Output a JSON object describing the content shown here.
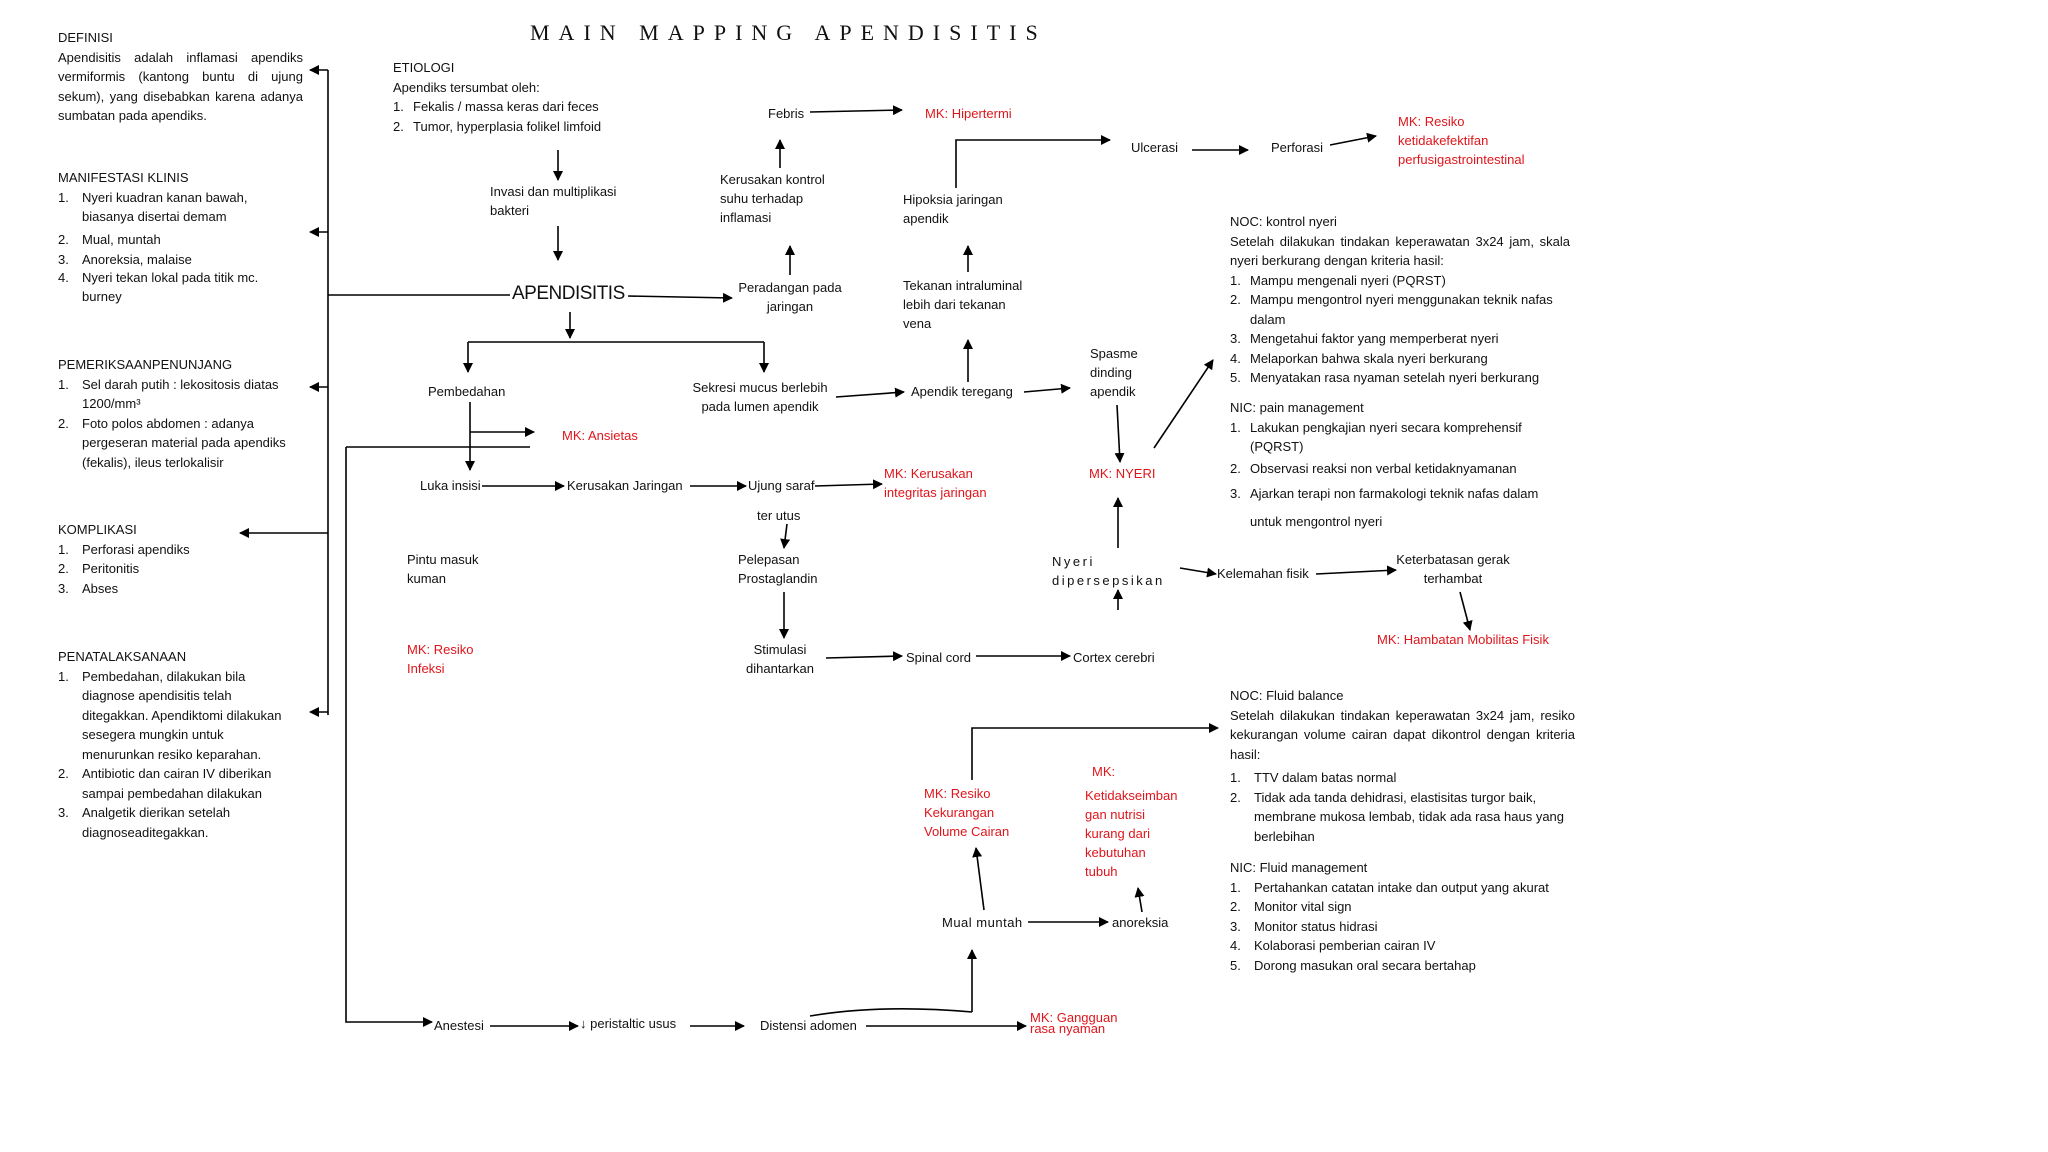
{
  "title": "MAIN MAPPING APENDISITIS",
  "left": {
    "definisi": {
      "heading": "DEFINISI",
      "text": "Apendisitis adalah inflamasi apendiks vermiformis (kantong buntu di ujung sekum), yang disebabkan karena adanya sumbatan pada apendiks."
    },
    "manifestasi": {
      "heading": "MANIFESTASI KLINIS",
      "items": [
        "Nyeri kuadran kanan bawah, biasanya disertai demam",
        "Mual, muntah",
        "Anoreksia, malaise",
        "Nyeri tekan lokal pada titik mc. burney"
      ]
    },
    "pemeriksaan": {
      "heading": "PEMERIKSAANPENUNJANG",
      "items": [
        "Sel darah putih : lekositosis diatas 1200/mm³",
        "Foto polos abdomen : adanya pergeseran material pada apendiks (fekalis), ileus terlokalisir"
      ]
    },
    "komplikasi": {
      "heading": "KOMPLIKASI",
      "items": [
        "Perforasi apendiks",
        "Peritonitis",
        "Abses"
      ]
    },
    "penatalaksanaan": {
      "heading": "PENATALAKSANAAN",
      "items": [
        "Pembedahan, dilakukan bila diagnose apendisitis telah ditegakkan. Apendiktomi dilakukan sesegera mungkin untuk menurunkan resiko keparahan.",
        "Antibiotic dan cairan IV diberikan sampai pembedahan dilakukan",
        "Analgetik dierikan setelah diagnoseaditegakkan."
      ]
    }
  },
  "etiologi": {
    "heading": "ETIOLOGI",
    "intro": "Apendiks tersumbat oleh:",
    "items": [
      "Fekalis / massa keras dari feces",
      "Tumor, hyperplasia folikel limfoid"
    ]
  },
  "nodes": {
    "invasi": "Invasi dan multiplikasi bakteri",
    "apendisitis": "APENDISITIS",
    "peradangan": "Peradangan pada jaringan",
    "kerusakan_kontrol": "Kerusakan kontrol suhu terhadap inflamasi",
    "febris": "Febris",
    "mk_hipertermi": "MK: Hipertermi",
    "hipoksia": "Hipoksia jaringan apendik",
    "tekanan": "Tekanan intraluminal lebih dari tekanan vena",
    "ulcerasi": "Ulcerasi",
    "perforasi": "Perforasi",
    "mk_perfusi": "MK: Resiko ketidakefektifan perfusigastrointestinal",
    "pembedahan": "Pembedahan",
    "sekresi": "Sekresi mucus berlebih pada lumen apendik",
    "apendik_teregang": "Apendik teregang",
    "spasme": "Spasme dinding apendik",
    "mk_ansietas": "MK: Ansietas",
    "luka_insisi": "Luka insisi",
    "kerusakan_jaringan": "Kerusakan Jaringan",
    "ujung_saraf": "Ujung saraf",
    "mk_integritas": "MK: Kerusakan integritas jaringan",
    "mk_nyeri": "MK: NYERI",
    "ter_utus": "ter utus",
    "pintu_masuk": "Pintu masuk kuman",
    "pelepasan": "Pelepasan Prostaglandin",
    "nyeri_dipersepsikan": "Nyeri dipersepsikan",
    "kelemahan": "Kelemahan fisik",
    "keterbatasan": "Keterbatasan gerak terhambat",
    "mk_hambatan": "MK: Hambatan Mobilitas Fisik",
    "mk_infeksi": "MK: Resiko Infeksi",
    "stimulasi": "Stimulasi dihantarkan",
    "spinal": "Spinal cord",
    "cortex": "Cortex cerebri",
    "mk_volume": "MK: Resiko Kekurangan Volume Cairan",
    "mk_nutrisi_head": "MK:",
    "mk_nutrisi": "Ketidakseimban gan nutrisi kurang dari kebutuhan tubuh",
    "mual": "Mual muntah",
    "anoreksia": "anoreksia",
    "anestesi": "Anestesi",
    "peristaltic": "↓ peristaltic usus",
    "distensi": "Distensi adomen",
    "mk_gangguan": "MK: Gangguan rasa nyaman"
  },
  "noc_nyeri": {
    "heading": "NOC: kontrol nyeri",
    "text": "Setelah dilakukan tindakan keperawatan 3x24 jam, skala nyeri berkurang dengan kriteria hasil:",
    "items": [
      "Mampu mengenali nyeri (PQRST)",
      "Mampu mengontrol nyeri menggunakan teknik nafas dalam",
      "Mengetahui faktor yang memperberat nyeri",
      "Melaporkan bahwa skala nyeri berkurang",
      "Menyatakan rasa nyaman setelah nyeri berkurang"
    ]
  },
  "nic_pain": {
    "heading": "NIC: pain management",
    "items": [
      "Lakukan pengkajian nyeri secara komprehensif (PQRST)",
      "Observasi reaksi non verbal ketidaknyamanan",
      "Ajarkan terapi non farmakologi teknik nafas dalam untuk mengontrol nyeri"
    ]
  },
  "noc_fluid": {
    "heading": "NOC: Fluid balance",
    "text": "Setelah dilakukan tindakan keperawatan 3x24 jam, resiko kekurangan volume cairan dapat dikontrol dengan kriteria hasil:",
    "items": [
      "TTV dalam batas normal",
      "Tidak ada tanda dehidrasi, elastisitas turgor baik, membrane mukosa lembab, tidak ada rasa haus yang berlebihan"
    ]
  },
  "nic_fluid": {
    "heading": "NIC: Fluid management",
    "items": [
      "Pertahankan catatan intake dan output yang akurat",
      "Monitor vital sign",
      "Monitor status hidrasi",
      "Kolaborasi pemberian cairan IV",
      "Dorong masukan oral secara bertahap"
    ]
  },
  "colors": {
    "text": "#111111",
    "red": "#e0151b",
    "line": "#000000"
  }
}
